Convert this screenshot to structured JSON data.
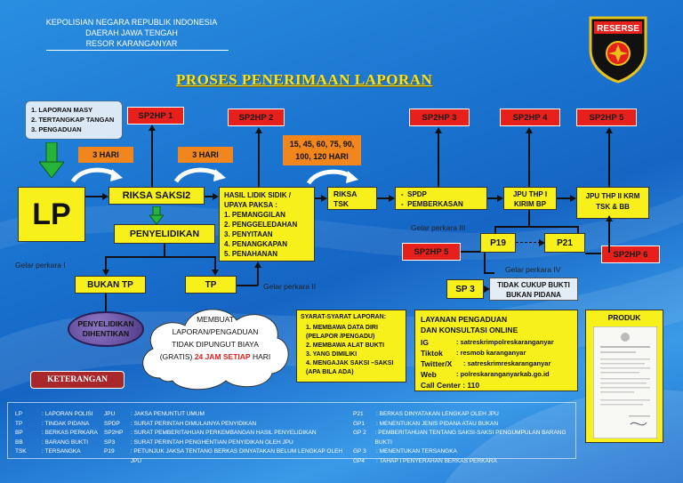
{
  "header": {
    "line1": "KEPOLISIAN NEGARA REPUBLIK INDONESIA",
    "line2": "DAERAH JAWA TENGAH",
    "line3": "RESOR KARANGANYAR",
    "logo_text": "RESERSE"
  },
  "title": "PROSES PENERIMAAN LAPORAN",
  "sources": [
    "1. LAPORAN MASY",
    "2. TERTANGKAP TANGAN",
    "3. PENGADUAN"
  ],
  "sp2hp": [
    "SP2HP 1",
    "SP2HP 2",
    "SP2HP 3",
    "SP2HP 4",
    "SP2HP 5",
    "SP2HP 5",
    "SP2HP 6"
  ],
  "days": {
    "a": "3 HARI",
    "b": "3 HARI",
    "c": "15, 45, 60, 75, 90, 100, 120 HARI"
  },
  "lp": "LP",
  "riksa_saksi": "RIKSA SAKSI2",
  "penyelidikan": "PENYELIDIKAN",
  "bukan_tp": "BUKAN TP",
  "tp": "TP",
  "hasil": {
    "title": "HASIL LIDIK SIDIK / UPAYA PAKSA :",
    "items": [
      "1. PEMANGGILAN",
      "2. PENGGELEDAHAN",
      "3. PENYITAAN",
      "4. PENANGKAPAN",
      "5. PENAHANAN"
    ]
  },
  "riksa_tsk": "RIKSA TSK",
  "spdp": [
    "SPDP",
    "PEMBERKASAN"
  ],
  "jpu1": "JPU THP I KIRIM BP",
  "jpu2": "JPU THP II KRM TSK & BB",
  "p19": "P19",
  "p21": "P21",
  "sp3": "SP 3",
  "tidak_cukup": "TIDAK CUKUP BUKTI BUKAN PIDANA",
  "gelar": {
    "g1": "Gelar perkara I",
    "g2": "Gelar perkara II",
    "g3": "Gelar perkara III",
    "g4": "Gelar perkara IV"
  },
  "dihentikan": "PENYELIDIKAN DIHENTIKAN",
  "cloud": {
    "l1": "MEMBUAT",
    "l2": "LAPORAN/PENGADUAN",
    "l3": "TIDAK DIPUNGUT BIAYA",
    "l4a": "(GRATIS) ",
    "l4b": "24 JAM SETIAP",
    "l4c": " HARI"
  },
  "keterangan": "KETERANGAN",
  "syarat": {
    "title": "SYARAT-SYARAT LAPORAN:",
    "items": [
      "1. MEMBAWA DATA DIRI (PELAPOR /PENGADU)",
      "2. MEMBAWA ALAT BUKTI",
      "3. YANG DIMILIKI",
      "4. MENGAJAK SAKSI –SAKSI (APA BILA ADA)"
    ]
  },
  "layanan": {
    "title1": "LAYANAN PENGADUAN",
    "title2": "DAN KONSULTASI ONLINE",
    "rows": [
      {
        "k": "IG",
        "v": ": satreskrimpolreskaranganyar"
      },
      {
        "k": "Tiktok",
        "v": ": resmob karanganyar"
      },
      {
        "k": "Twitter/X",
        "v": ": satreskrimreskaranganyar"
      },
      {
        "k": "Web",
        "v": ": polreskaranganyarkab.go.id"
      }
    ],
    "call": "Call Center : 110"
  },
  "produk": "PRODUK",
  "legend": {
    "col1": [
      [
        "LP",
        ": LAPORAN POLISI"
      ],
      [
        "TP",
        ": TINDAK PIDANA"
      ],
      [
        "BP",
        ": BERKAS PERKARA"
      ],
      [
        "BB",
        ": BARANG BUKTI"
      ],
      [
        "TSK",
        ": TERSANGKA"
      ]
    ],
    "col2": [
      [
        "JPU",
        ": JAKSA PENUNTUT UMUM"
      ],
      [
        "SPDP",
        ": SURAT PERINTAH DIMULAINYA PENYIDIKAN"
      ],
      [
        "SP2HP",
        ": SURAT PEMBERITAHUAN PERKEMBANGAN HASIL PENYELIDIKAN"
      ],
      [
        "SP3",
        ": SURAT PERINTAH PENGHENTIAN PENYIDIKAN OLEH JPU"
      ],
      [
        "P19",
        ": PETUNJUK JAKSA TENTANG BERKAS DINYATAKAN BELUM LENGKAP OLEH JPU"
      ]
    ],
    "col3": [
      [
        "P21",
        ": BERKAS DINYATAKAN LENGKAP OLEH JPU"
      ],
      [
        "GP1",
        ": MENENTUKAN JENIS PIDANA ATAU BUKAN"
      ],
      [
        "GP 2",
        ": PEMBERITAHUAN TENTANG SAKSI-SAKSI PENGUMPULAN BARANG BUKTI"
      ],
      [
        "GP 3",
        ": MENENTUKAN TERSANGKA"
      ],
      [
        "GP4",
        ": TAHAP I PENYERAHAN BERKAS PERKARA"
      ]
    ]
  }
}
